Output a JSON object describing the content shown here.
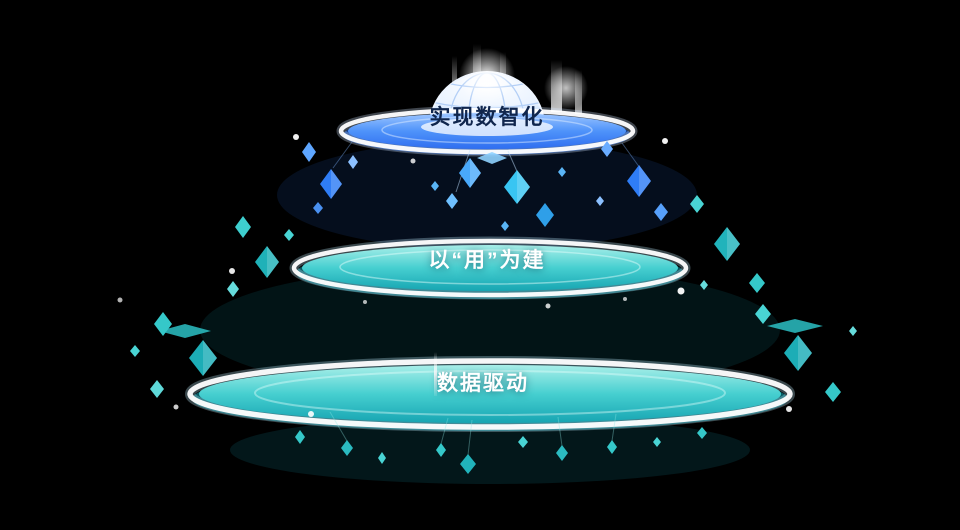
{
  "figure": {
    "background_color": "#000000",
    "description": "Three stacked circular platforms with crystal fragments and a glowing globe dome",
    "tiers": [
      {
        "id": "top",
        "label": "实现数智化",
        "accent_color": "#3f7ef7",
        "label_color": "#10264d"
      },
      {
        "id": "middle",
        "label": "以“用”为建",
        "accent_color": "#2fc3c7",
        "label_color": "#ffffff"
      },
      {
        "id": "bottom",
        "label": "数据驱动",
        "accent_color": "#2fc3c7",
        "label_color": "#ffffff"
      }
    ],
    "colors": {
      "rim_white": "#ffffff",
      "blue_platform": "#3f7ef7",
      "teal_platform": "#2fc3c7",
      "dome_highlight": "#ffffff"
    }
  }
}
